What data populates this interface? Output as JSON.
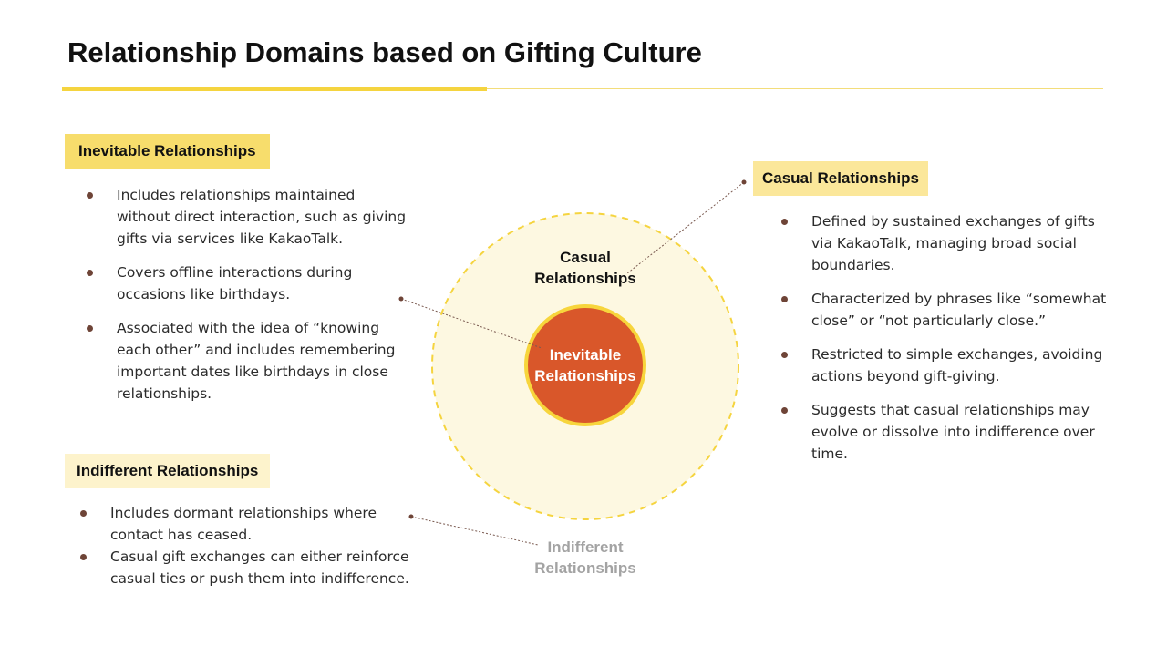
{
  "title": "Relationship Domains based on Gifting Culture",
  "colors": {
    "accent": "#f5d43f",
    "inner_circle": "#d9572a",
    "outer_circle_fill": "#fdf8e1",
    "bullet": "#6e4437"
  },
  "sections": {
    "inevitable": {
      "heading": "Inevitable Relationships",
      "bullets": [
        "Includes relationships maintained without direct interaction, such as giving gifts via services like KakaoTalk.",
        "Covers offline interactions during occasions like birthdays.",
        "Associated with the idea of “knowing each other” and includes remembering important dates like birthdays in close relationships."
      ]
    },
    "casual": {
      "heading": "Casual Relationships",
      "bullets": [
        "Defined by sustained exchanges of gifts via KakaoTalk, managing broad social boundaries.",
        "Characterized by phrases like “somewhat close” or “not particularly close.”",
        "Restricted to simple exchanges, avoiding actions beyond gift-giving.",
        "Suggests that casual relationships may evolve or dissolve into indifference over time."
      ]
    },
    "indifferent": {
      "heading": "Indifferent Relationships",
      "bullets": [
        "Includes dormant relationships where contact has ceased.",
        "Casual gift exchanges can either reinforce casual ties or push them into indifference."
      ]
    }
  },
  "diagram": {
    "outer_label": [
      "Casual",
      "Relationships"
    ],
    "inner_label": [
      "Inevitable",
      "Relationships"
    ],
    "outside_label": [
      "Indifferent",
      "Relationships"
    ]
  }
}
